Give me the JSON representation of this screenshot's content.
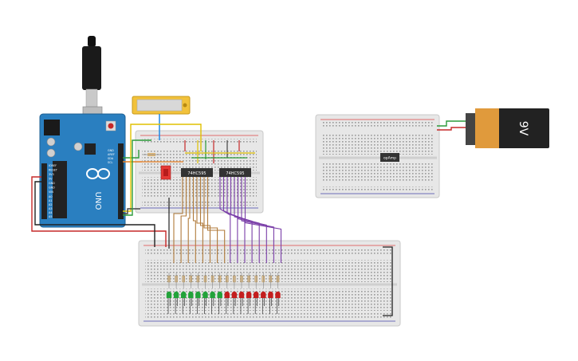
{
  "arduino": {
    "brand_text": "UNO",
    "power_labels": [
      "IOREF",
      "RESET",
      "3V3",
      "5V",
      "GND",
      "GND",
      "VIN"
    ],
    "analog_labels": [
      "A0",
      "A1",
      "A2",
      "A3",
      "A4",
      "A5"
    ],
    "digital_header_labels": [
      "GND",
      "AREF",
      "SDA",
      "SCL"
    ]
  },
  "chips": {
    "shift_register_a": "74HC595",
    "shift_register_b": "74HC595",
    "opamp": "opAmp"
  },
  "battery": {
    "label": "9V"
  },
  "colors": {
    "arduino_blue": "#2a7fc0",
    "breadboard": "#e7e7e7",
    "wire_red": "#d22020",
    "wire_black": "#222222",
    "wire_brown": "#b07a3a",
    "wire_purple": "#7a3ea8",
    "wire_green": "#2c9a3a",
    "wire_yellow": "#e0c000",
    "led_green": "#22a33a",
    "led_red": "#c41e1e",
    "battery_orange": "#e09a3c"
  },
  "leds": {
    "green_count": 8,
    "red_count": 8
  }
}
